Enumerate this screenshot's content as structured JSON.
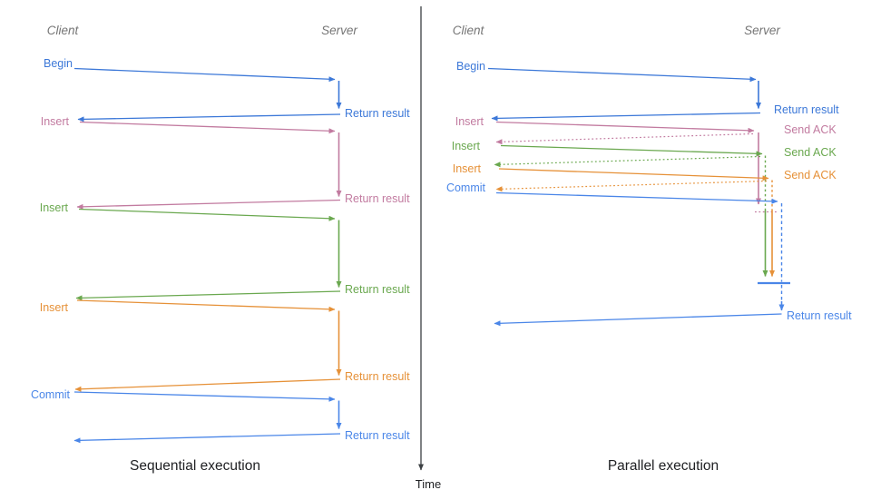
{
  "panels": {
    "left": {
      "title": "Sequential execution",
      "client_header": "Client",
      "server_header": "Server",
      "messages": [
        {
          "label": "Begin",
          "response": "Return result"
        },
        {
          "label": "Insert",
          "response": "Return result"
        },
        {
          "label": "Insert",
          "response": "Return result"
        },
        {
          "label": "Insert",
          "response": "Return result"
        },
        {
          "label": "Commit",
          "response": "Return result"
        }
      ]
    },
    "right": {
      "title": "Parallel execution",
      "client_header": "Client",
      "server_header": "Server",
      "messages": [
        {
          "label": "Begin",
          "response": "Return result"
        },
        {
          "label": "Insert",
          "response": "Send ACK"
        },
        {
          "label": "Insert",
          "response": "Send ACK"
        },
        {
          "label": "Insert",
          "response": "Send ACK"
        },
        {
          "label": "Commit",
          "response": "Return result"
        }
      ]
    }
  },
  "time_axis": {
    "label": "Time"
  },
  "colors": {
    "begin_blue": "#3c78d8",
    "insert_pink": "#c27ba0",
    "insert_green": "#6aa84f",
    "insert_orange": "#e69138",
    "commit_blue": "#4a86e8",
    "header_gray": "#757575",
    "axis_dark": "#3c4043"
  }
}
